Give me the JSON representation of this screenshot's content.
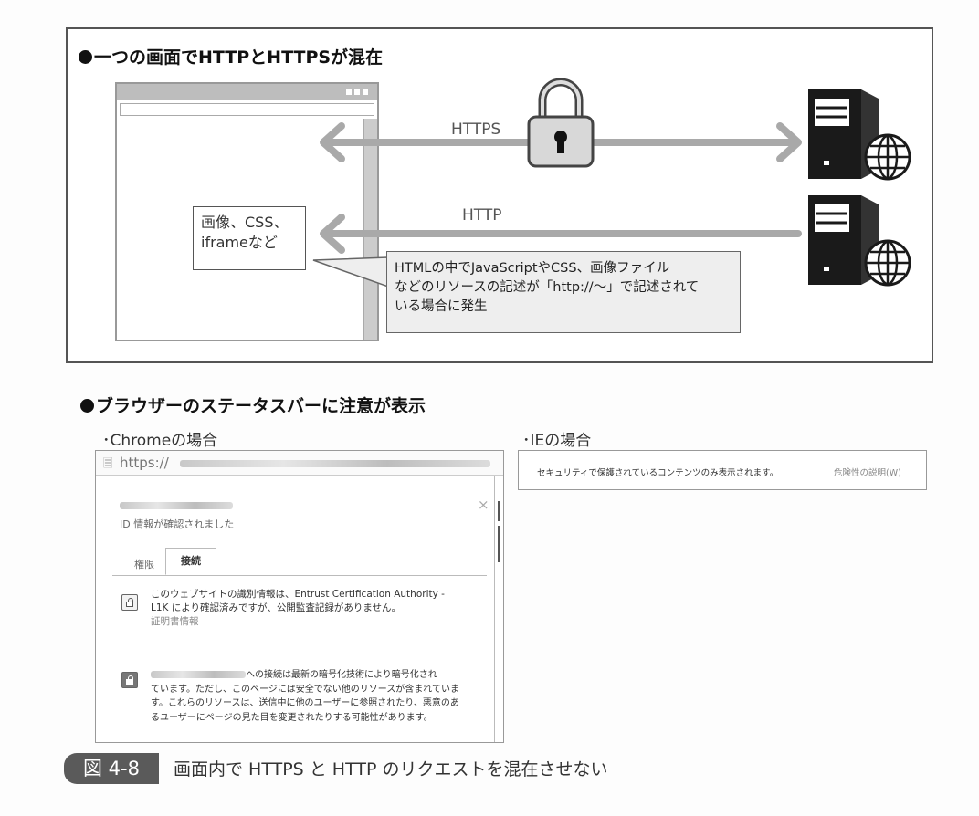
{
  "diagram": {
    "title": "一つの画面でHTTPとHTTPSが混在",
    "https_label": "HTTPS",
    "http_label": "HTTP",
    "resource_note": [
      "画像、CSS、",
      "iframeなど"
    ],
    "bubble_lines": [
      "HTMLの中でJavaScriptやCSS、画像ファイル",
      "などのリソースの記述が「http://～」で記述されて",
      "いる場合に発生"
    ],
    "colors": {
      "arrow": "#a9a9a9",
      "server": "#1a1a1a",
      "bubble_bg": "#eeeeee"
    }
  },
  "status": {
    "title": "ブラウザーのステータスバーに注意が表示",
    "chrome_label": "･Chromeの場合",
    "ie_label": "･IEの場合"
  },
  "chrome": {
    "url_prefix": "https://",
    "identity_verified": "ID 情報が確認されました",
    "tabs": [
      "権限",
      "接続"
    ],
    "cert_text_lines": [
      "このウェブサイトの識別情報は、Entrust Certification Authority -",
      "L1K により確認済みですが、公開監査記録がありません。"
    ],
    "cert_link": "証明書情報",
    "conn_text_lines": [
      "への接続は最新の暗号化技術により暗号化され",
      "ています。ただし、このページには安全でない他のリソースが含まれていま",
      "す。これらのリソースは、送信中に他のユーザーに参照されたり、悪意のあ",
      "るユーザーにページの見た目を変更されたりする可能性があります。"
    ],
    "close_glyph": "×"
  },
  "ie": {
    "message": "セキュリティで保護されているコンテンツのみ表示されます。",
    "link": "危険性の説明(W)"
  },
  "caption": {
    "figure_number": "図 4-8",
    "text": "画面内で HTTPS と HTTP のリクエストを混在させない"
  }
}
